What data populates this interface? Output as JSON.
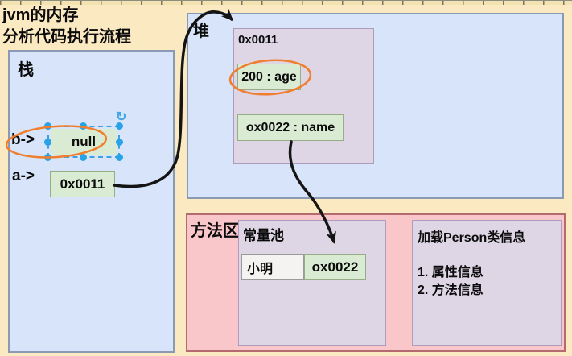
{
  "header": {
    "title_line1": "jvm的内存",
    "title_line2": "分析代码执行流程"
  },
  "stack": {
    "label": "栈",
    "b_pointer": "b->",
    "b_value": "null",
    "a_pointer": "a->",
    "a_value": "0x0011"
  },
  "heap": {
    "label": "堆",
    "object": {
      "address": "0x0011",
      "age_field": "200 : age",
      "name_field": "ox0022 : name"
    }
  },
  "method_area": {
    "label": "方法区",
    "constant_pool": {
      "label": "常量池",
      "string_value": "小明",
      "string_address": "ox0022"
    },
    "class_info": {
      "title": "加载Person类信息",
      "item_1": "1. 属性信息",
      "item_2": "2. 方法信息"
    }
  },
  "icons": {
    "rotate": "↻"
  },
  "colors": {
    "canvas_background": "#fbe9c1",
    "region_blue_fill": "#d7e4f9",
    "region_blue_border": "#8a9ab5",
    "purple_fill": "#ded5e5",
    "purple_border": "#ad9cc0",
    "pink_fill": "#f9c7ca",
    "pink_border": "#b46a6e",
    "green_fill": "#daebd3",
    "green_border": "#96ad88",
    "white_box_fill": "#f5f3f1",
    "highlight_orange": "#ef7e2e",
    "selection_blue": "#28a3e8",
    "arrow_black": "#141414"
  }
}
